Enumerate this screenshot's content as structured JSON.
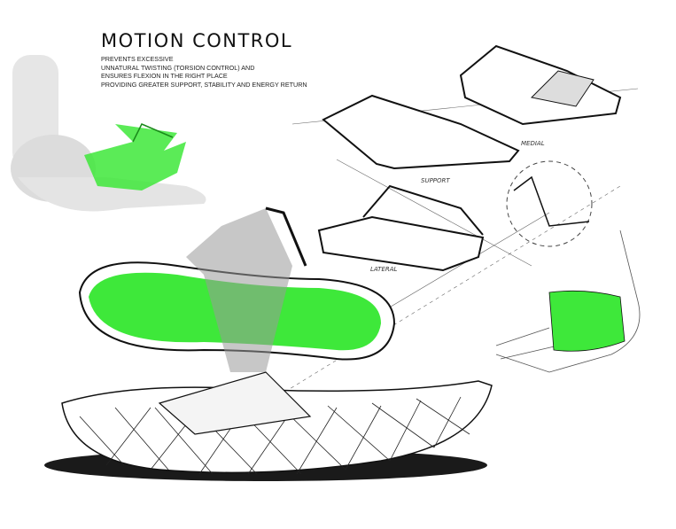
{
  "title": "MOTION CONTROL",
  "description": [
    "PREVENTS EXCESSIVE",
    "UNNATURAL TWISTING (TORSION CONTROL) AND",
    "ENSURES FLEXION IN THE RIGHT PLACE",
    "PROVIDING GREATER SUPPORT, STABILITY AND ENERGY RETURN"
  ],
  "annotations": {
    "medial": "MEDIAL",
    "support": "SUPPORT",
    "lateral": "LATERAL"
  },
  "colors": {
    "accent": "#3ee83a",
    "ink": "#111111",
    "shadow": "#1a1a1a"
  }
}
